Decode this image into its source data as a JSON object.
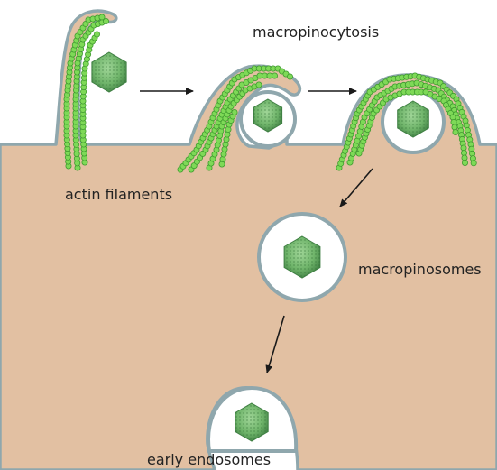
{
  "labels": {
    "title": "macropinocytosis",
    "actin": "actin filaments",
    "macropinosomes": "macropinosomes",
    "early": "early endosomes"
  },
  "colors": {
    "cytoplasm": "#e2c0a2",
    "membrane": "#8fa7ad",
    "membrane_dark": "#6f8890",
    "vesicle_fill": "#ffffff",
    "actin": "#7ed957",
    "actin_dark": "#3f9b2f",
    "particle": "#6fb46a",
    "particle_dark": "#3f7f43",
    "arrow": "#1a1a1a"
  },
  "icons": {
    "particle": "hexagon-virus-particle",
    "actin": "green-bead-chain"
  }
}
